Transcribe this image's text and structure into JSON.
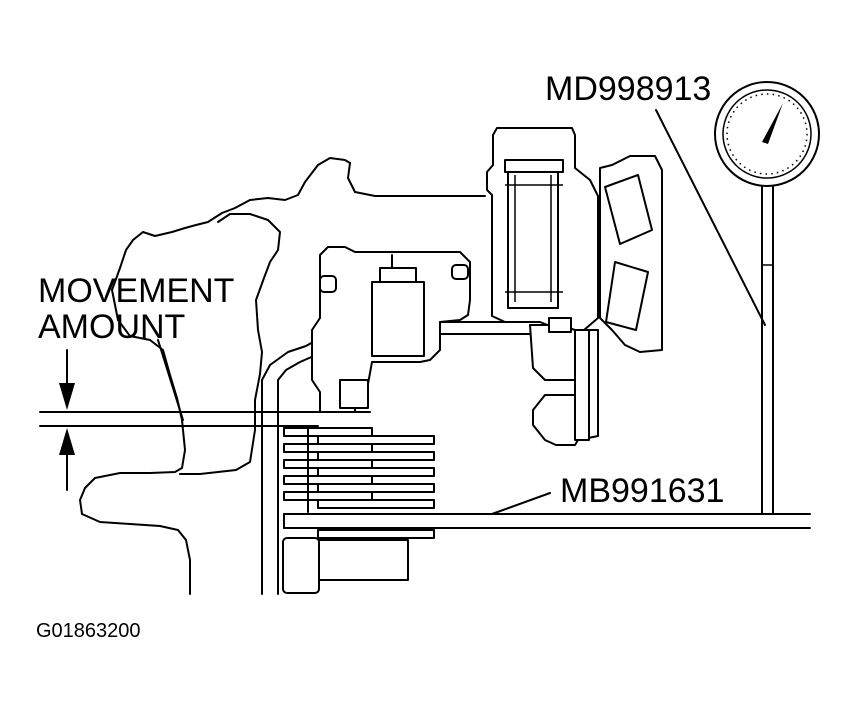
{
  "labels": {
    "movement_line1": "MOVEMENT",
    "movement_line2": "AMOUNT",
    "dial_gauge_tool": "MD998913",
    "bar_tool": "MB991631",
    "figure_code": "G01863200"
  },
  "colors": {
    "line": "#000000",
    "background": "#ffffff"
  }
}
